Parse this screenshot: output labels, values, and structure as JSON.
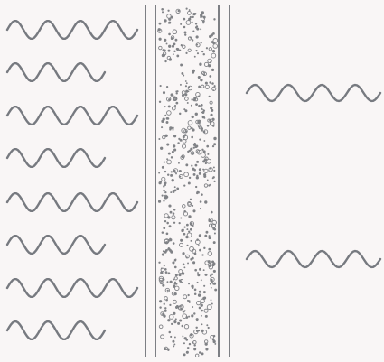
{
  "diagram": {
    "colors": {
      "background": "#f9f6f6",
      "wave_stroke": "#777a80",
      "wall_stroke": "#7d7f84",
      "particle": "#808286"
    },
    "incident_waves": {
      "count": 8,
      "cycles_long": 4,
      "cycles_short": 3
    },
    "transmitted_waves": {
      "count": 2,
      "cycles": 4
    },
    "particle_layer": {
      "density": "high",
      "particle_styles": [
        "filled-dot",
        "hollow-circle"
      ]
    }
  }
}
